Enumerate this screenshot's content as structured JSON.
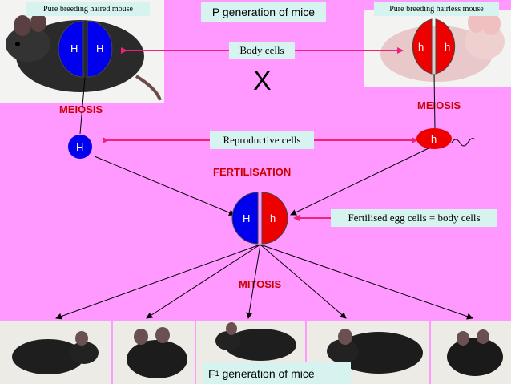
{
  "top": {
    "left_label": "Pure breeding haired mouse",
    "title": "P generation of mice",
    "right_label": "Pure breeding hairless mouse"
  },
  "body_cells_label": "Body cells",
  "cross_symbol": "X",
  "meiosis_left": "MEIOSIS",
  "meiosis_right": "MEIOSIS",
  "reproductive_cells_label": "Reproductive cells",
  "fertilisation_label": "FERTILISATION",
  "fertilised_egg_label": "Fertilised egg cells = body cells",
  "mitosis_label": "MITOSIS",
  "f1": {
    "prefix": "F",
    "subscript": "1",
    "suffix": " generation of mice"
  },
  "cells": {
    "parent_left": [
      "H",
      "H"
    ],
    "parent_right": [
      "h",
      "h"
    ],
    "gamete_left": "H",
    "gamete_right": "h",
    "zygote": [
      "H",
      "h"
    ]
  },
  "colors": {
    "background": "#ff99ff",
    "label_box": "#d6f3f0",
    "allele_dominant": "#0000ee",
    "allele_recessive": "#ee0000",
    "pink_arrow": "#ee2277",
    "text_red": "#cc0000"
  }
}
